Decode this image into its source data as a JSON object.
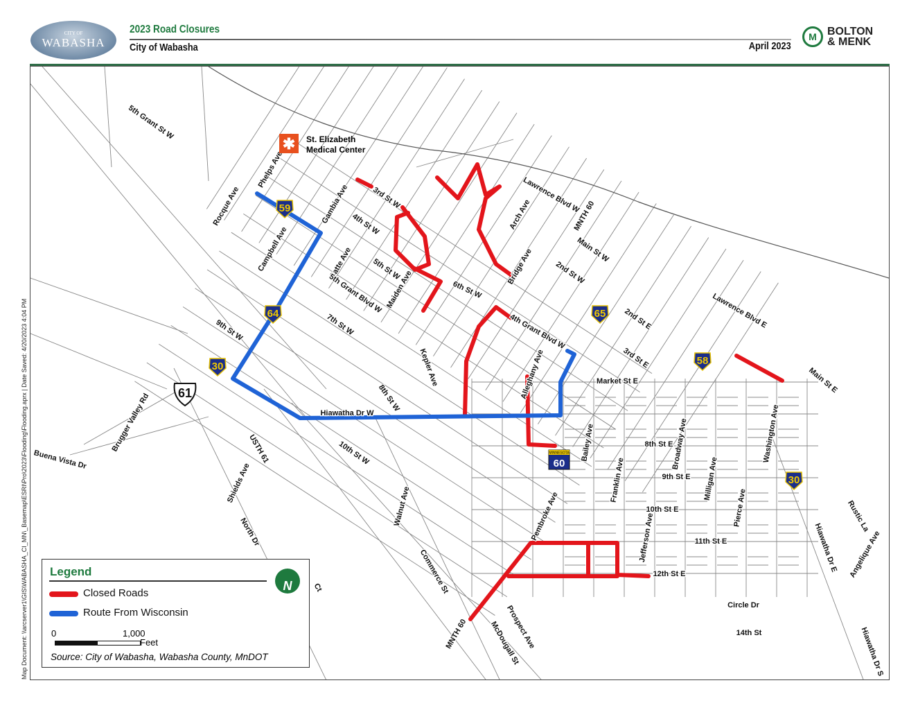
{
  "header": {
    "title": "2023 Road Closures",
    "subtitle": "City of Wabasha",
    "date": "April 2023",
    "city_logo": {
      "top": "CITY OF",
      "name": "WABASHA"
    },
    "firm_logo": {
      "line1": "BOLTON",
      "line2": "& MENK"
    }
  },
  "side_note": "Map Document: \\\\arcserver1\\GIS\\WABASHA_CI_MN\\_Basemap\\ESRI\\Pro\\2023\\Flooding\\Flooding.aprx | Date Saved: 4/20/2023 4:04 PM",
  "colors": {
    "closed": "#e3151b",
    "route": "#1f63d6",
    "accent": "#1e7a3e",
    "street": "#777777"
  },
  "poi": {
    "line1": "St. Elizabeth",
    "line2": "Medical Center",
    "icon": "medical-star-of-life-icon"
  },
  "street_labels": [
    "5th Grant St W",
    "Phelps Ave",
    "Rocque Ave",
    "Gambia Ave",
    "3rd St W",
    "4th St W",
    "Campbell Ave",
    "Catte Ave",
    "5th St W",
    "Maiden Ave",
    "6th St W",
    "5th Grant Blvd W",
    "7th St W",
    "9th St W",
    "Kepler Ave",
    "8th St W",
    "Hiawatha Dr W",
    "Lawrence Blvd W",
    "Arch Ave",
    "MNTH 60",
    "Main St W",
    "Bridge Ave",
    "2nd St W",
    "4th Grant Blvd W",
    "2nd St E",
    "3rd St E",
    "Lawrence Blvd E",
    "Main St E",
    "Market St E",
    "Alleghany Ave",
    "Washington Ave",
    "Bailey Ave",
    "8th St E",
    "Broadway Ave",
    "Franklin Ave",
    "9th St E",
    "Milligan Ave",
    "Pierce Ave",
    "Pembroke Ave",
    "Jefferson Ave",
    "10th St E",
    "11th St E",
    "12th St E",
    "Hiawatha Dr E",
    "Rustic La",
    "Angelique Ave",
    "Circle Dr",
    "14th St",
    "Hiawatha Dr S",
    "Prospect Ave",
    "McDougall St",
    "MNTH 60",
    "Commerce St",
    "Walnut Ave",
    "10th St W",
    "USTH 61",
    "Shields Ave",
    "North Dr",
    "Buena Vista Dr",
    "Brugger Valley Rd",
    "Ct"
  ],
  "shields": [
    {
      "num": "59",
      "type": "county"
    },
    {
      "num": "64",
      "type": "county"
    },
    {
      "num": "30",
      "type": "county"
    },
    {
      "num": "61",
      "type": "us"
    },
    {
      "num": "65",
      "type": "county"
    },
    {
      "num": "58",
      "type": "county"
    },
    {
      "num": "30",
      "type": "county"
    },
    {
      "num": "60",
      "type": "state",
      "top": "MINNESOTA"
    }
  ],
  "legend": {
    "title": "Legend",
    "items": [
      {
        "label": "Closed Roads",
        "color": "#e3151b"
      },
      {
        "label": "Route From Wisconsin",
        "color": "#1f63d6"
      }
    ],
    "scale": {
      "zero": "0",
      "max": "1,000",
      "unit": "Feet"
    },
    "north": "N",
    "source": "Source: City of Wabasha, Wabasha County, MnDOT"
  }
}
